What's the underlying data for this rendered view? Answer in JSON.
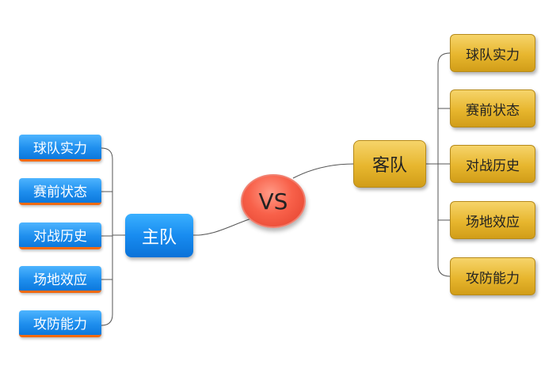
{
  "center": {
    "label": "VS"
  },
  "home": {
    "label": "主队",
    "items": [
      {
        "label": "球队实力"
      },
      {
        "label": "赛前状态"
      },
      {
        "label": "对战历史"
      },
      {
        "label": "场地效应"
      },
      {
        "label": "攻防能力"
      }
    ]
  },
  "away": {
    "label": "客队",
    "items": [
      {
        "label": "球队实力"
      },
      {
        "label": "赛前状态"
      },
      {
        "label": "对战历史"
      },
      {
        "label": "场地效应"
      },
      {
        "label": "攻防能力"
      }
    ]
  },
  "colors": {
    "home": "#188cf0",
    "away": "#e7b62e",
    "center": "#f8614a",
    "accent": "#f26a10",
    "line": "#555555"
  }
}
